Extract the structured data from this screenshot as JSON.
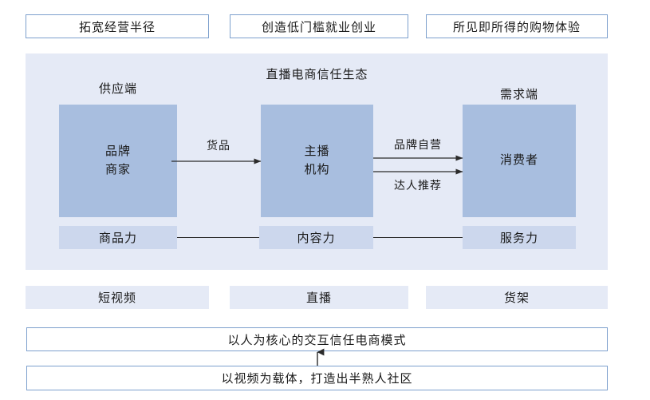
{
  "top_pills": [
    {
      "label": "拓宽经营半径"
    },
    {
      "label": "创造低门槛就业创业"
    },
    {
      "label": "所见即所得的购物体验"
    }
  ],
  "ecosystem": {
    "title": "直播电商信任生态",
    "supply_label": "供应端",
    "demand_label": "需求端",
    "nodes": [
      {
        "line1": "品牌",
        "line2": "商家"
      },
      {
        "line1": "主播",
        "line2": "机构"
      },
      {
        "line1": "消费者",
        "line2": ""
      }
    ],
    "flows": [
      {
        "label": "货品"
      },
      {
        "label": "品牌自营"
      },
      {
        "label": "达人推荐"
      }
    ],
    "capabilities": [
      {
        "label": "商品力"
      },
      {
        "label": "内容力"
      },
      {
        "label": "服务力"
      }
    ]
  },
  "channels": [
    {
      "label": "短视频"
    },
    {
      "label": "直播"
    },
    {
      "label": "货架"
    }
  ],
  "conclusions": {
    "primary": "以人为核心的交互信任电商模式",
    "secondary": "以视频为载体，打造出半熟人社区"
  },
  "colors": {
    "panel_bg": "#e5eaf6",
    "node_fill": "#a8bedf",
    "capability_fill": "#ccd7ed",
    "pill_border": "#7da0cd",
    "line": "#2b2b2b"
  }
}
